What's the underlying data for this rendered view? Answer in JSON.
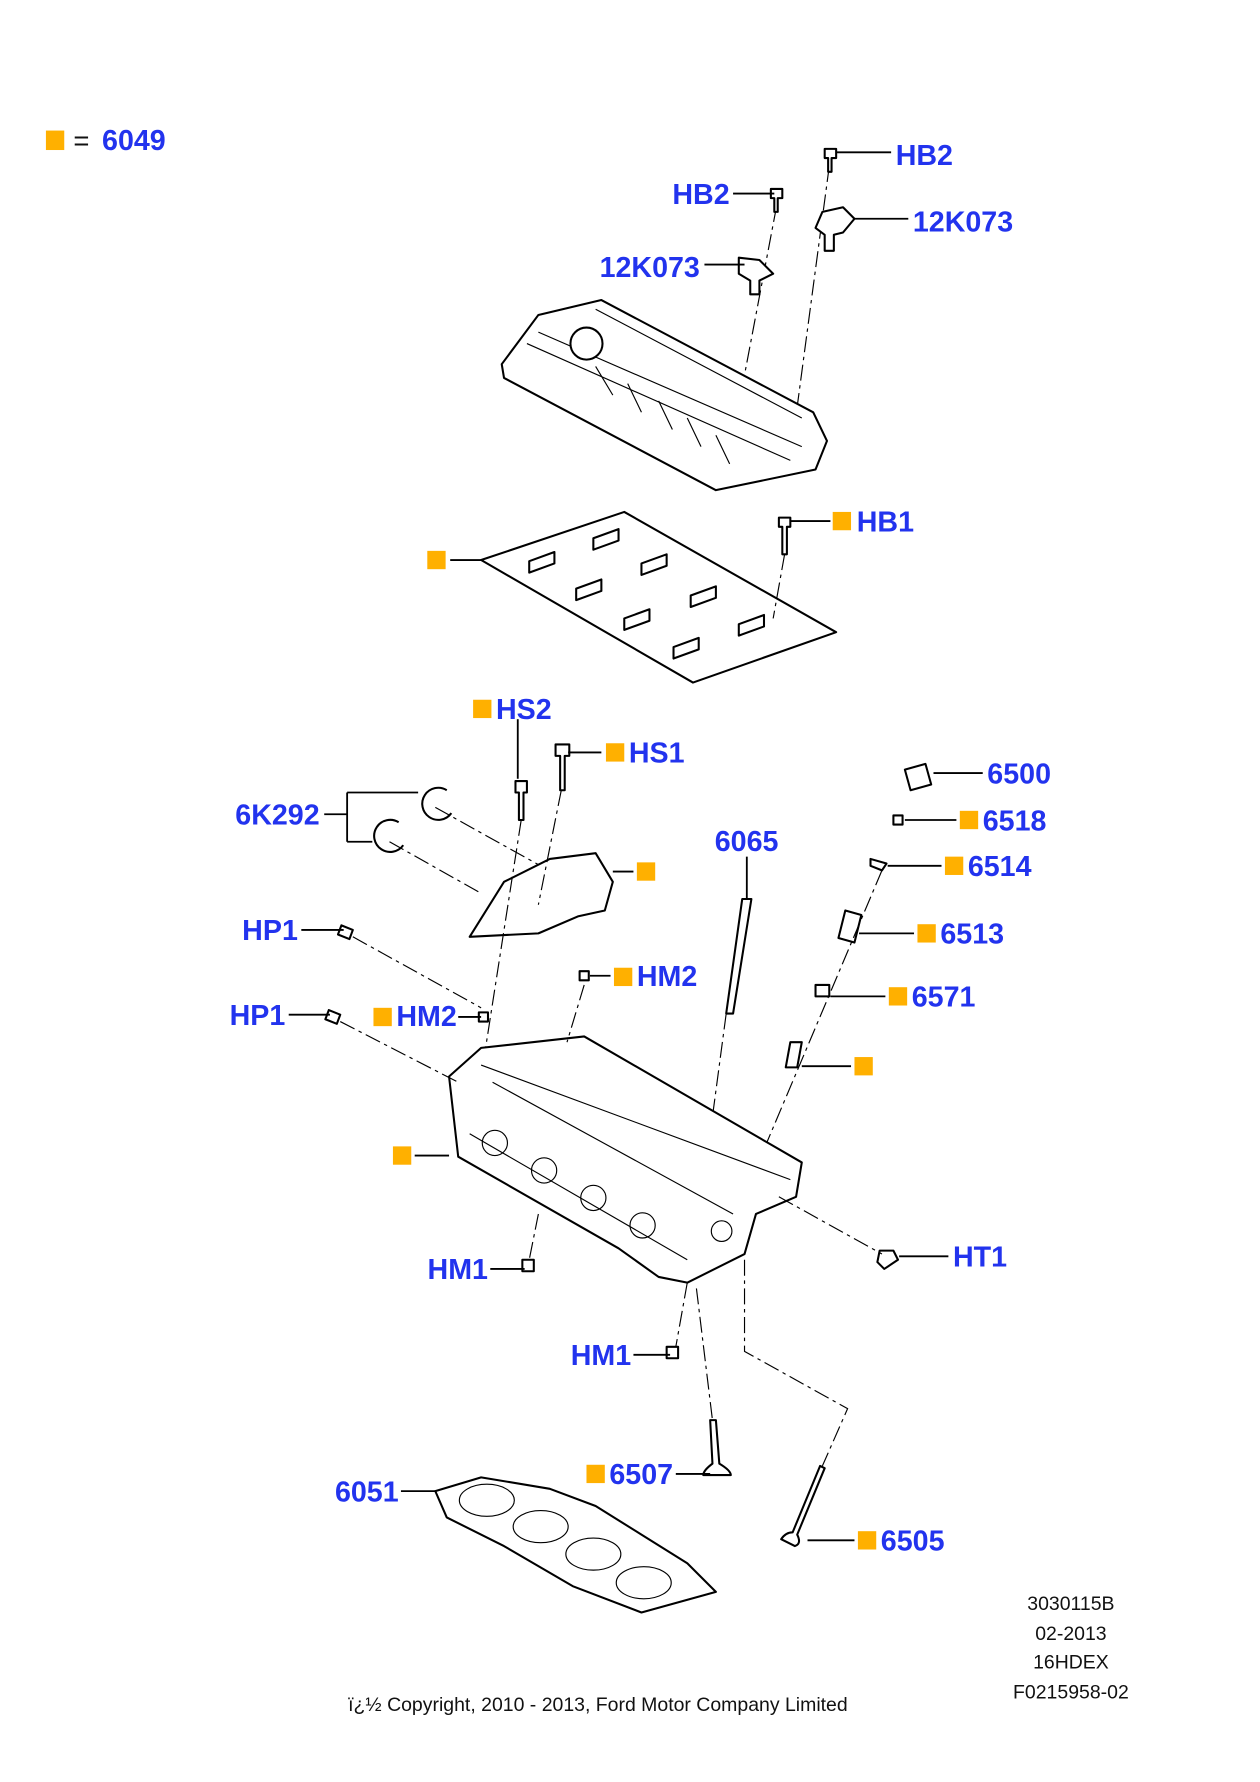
{
  "legend": {
    "equals": "=",
    "part": "6049",
    "marker_color": "#ffb000"
  },
  "label_color": "#2233ee",
  "callouts": {
    "hb2_right": "HB2",
    "hb2_left": "HB2",
    "k12073_right": "12K073",
    "k12073_left": "12K073",
    "hb1": "HB1",
    "hs2": "HS2",
    "hs1": "HS1",
    "k6292": "6K292",
    "p6500": "6500",
    "p6518": "6518",
    "p6514": "6514",
    "p6065": "6065",
    "p6513": "6513",
    "hp1_upper": "HP1",
    "hm2_right": "HM2",
    "hp1_lower": "HP1",
    "hm2_left": "HM2",
    "p6571": "6571",
    "ht1": "HT1",
    "hm1_left": "HM1",
    "hm1_lower": "HM1",
    "p6507": "6507",
    "p6051": "6051",
    "p6505": "6505"
  },
  "info": {
    "code": "3030115B",
    "date": "02-2013",
    "model": "16HDEX",
    "figure": "F0215958-02"
  },
  "copyright": "ï¿½ Copyright, 2010 - 2013, Ford Motor Company Limited"
}
